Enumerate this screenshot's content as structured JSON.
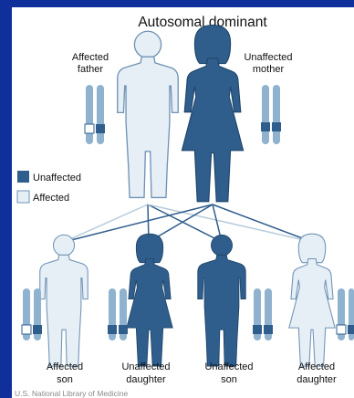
{
  "title": "Autosomal dominant",
  "parents": {
    "father_line1": "Affected",
    "father_line2": "father",
    "mother_line1": "Unaffected",
    "mother_line2": "mother"
  },
  "legend": {
    "unaffected": "Unaffected",
    "affected": "Affected"
  },
  "children": [
    {
      "line1": "Affected",
      "line2": "son"
    },
    {
      "line1": "Unaffected",
      "line2": "daughter"
    },
    {
      "line1": "Unaffected",
      "line2": "son"
    },
    {
      "line1": "Affected",
      "line2": "daughter"
    }
  ],
  "credit": "U.S. National Library of Medicine",
  "colors": {
    "background": "#0f2f9a",
    "unaffected": "#2f5d8c",
    "affected": "#e6eef6",
    "outline": "#6f93b5",
    "chromosome": "#8fb2cf"
  }
}
